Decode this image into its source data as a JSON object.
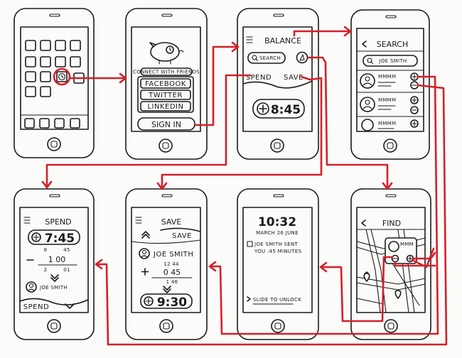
{
  "phone_1_home": {
    "title": ""
  },
  "phone_2_login": {
    "connect_label": "CONNECT WITH FRIENDS",
    "buttons": [
      "FACEBOOK",
      "TWITTER",
      "LINKEDIN"
    ],
    "sign_in_label": "SIGN IN"
  },
  "phone_3_balance": {
    "title": "BALANCE",
    "search_label": "SEARCH",
    "spend_label": "SPEND",
    "save_label": "SAVE",
    "balance_value": "8:45"
  },
  "phone_4_search": {
    "title": "SEARCH",
    "query_label": "JOE SMITH",
    "results": [
      {
        "name": "MMMM"
      },
      {
        "name": "MMMM"
      },
      {
        "name": "MMMM"
      }
    ]
  },
  "phone_5_spend": {
    "title": "SPEND",
    "top_value": "7:45",
    "row1_left": "8",
    "row1_right": "45",
    "row2_value": "1 00",
    "row3_left": "2",
    "row3_right": "01",
    "contact_label": "JOE SMITH",
    "spend_button_label": "SPEND"
  },
  "phone_6_save": {
    "title": "SAVE",
    "save_tab_label": "SAVE",
    "contact_label": "JOE SMITH",
    "row1_value": "12 44",
    "row2_value": "0 45",
    "row3_value": "1 46",
    "bottom_value": "9:30"
  },
  "phone_7_lock": {
    "time": "10:32",
    "date": "MARCH 26 JUNE",
    "notification_line1": "JOE SMITH SENT",
    "notification_line2": "YOU :45 MINUTES",
    "unlock_label": "SLIDE TO UNLOCK"
  },
  "phone_8_find": {
    "title": "FIND",
    "pin_label": "MMM"
  }
}
